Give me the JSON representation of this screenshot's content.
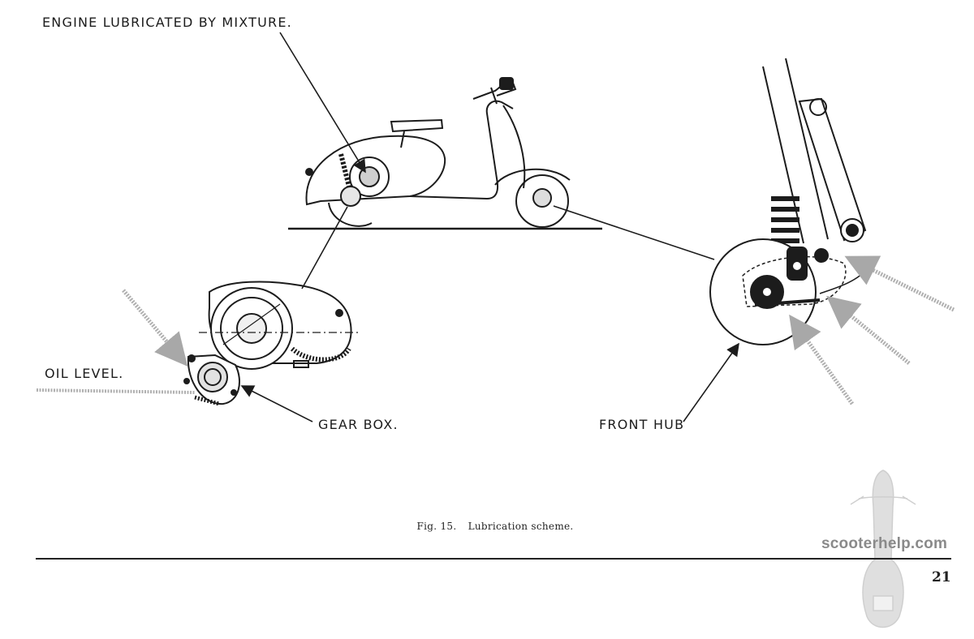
{
  "labels": {
    "engine": "ENGINE LUBRICATED BY MIXTURE.",
    "oil_level": "OIL LEVEL.",
    "gear_box": "GEAR BOX.",
    "front_hub": "FRONT HUB"
  },
  "caption": {
    "fig": "Fig. 15.",
    "text": "Lubrication scheme."
  },
  "page_number": "21",
  "watermark": {
    "text": "scooterhelp.com"
  },
  "colors": {
    "ink": "#1c1c1c",
    "arrow_grey": "#b0b0b0",
    "watermark": "#8a8a8a"
  }
}
